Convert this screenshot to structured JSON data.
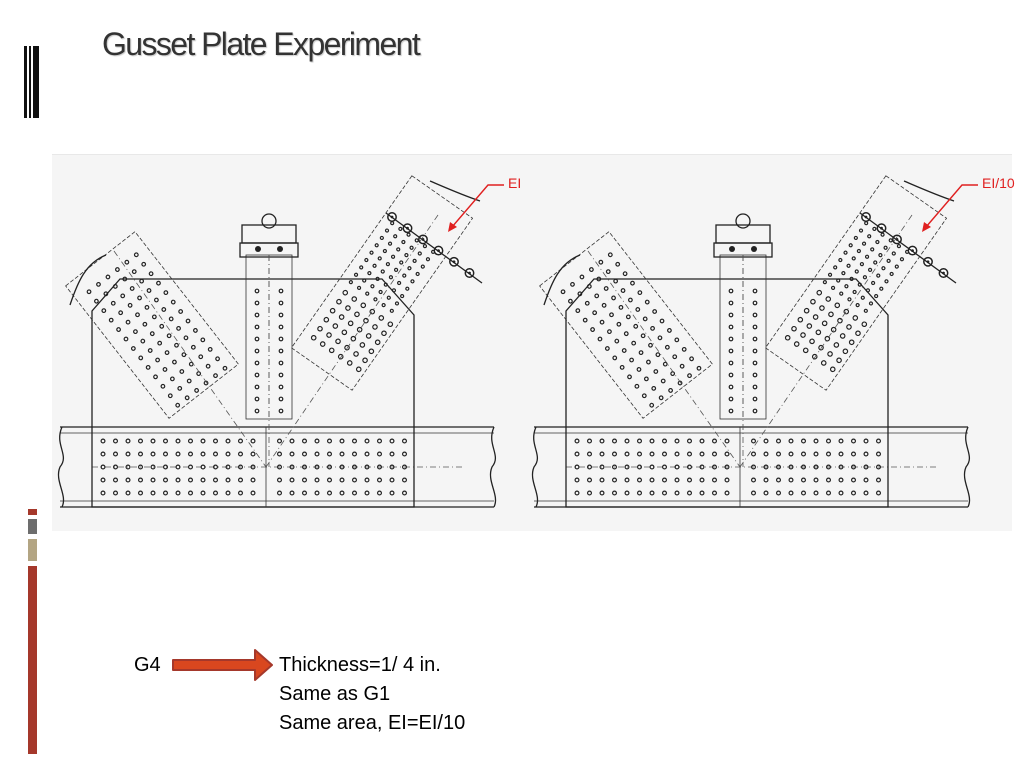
{
  "slide": {
    "title": "Gusset Plate Experiment"
  },
  "accent_colors": {
    "bar_red": "#a5382b",
    "bar_gray": "#6d6d6d",
    "bar_tan": "#b3a583",
    "arrow_orange": "#d9471f",
    "callout_red": "#e02020"
  },
  "drawings": [
    {
      "callout": "EI"
    },
    {
      "callout": "EI/10"
    }
  ],
  "specimen": {
    "label": "G4",
    "arrow_icon": "right-arrow",
    "notes": [
      "Thickness=1/ 4 in.",
      "Same as G1",
      "Same area, EI=EI/10"
    ]
  }
}
